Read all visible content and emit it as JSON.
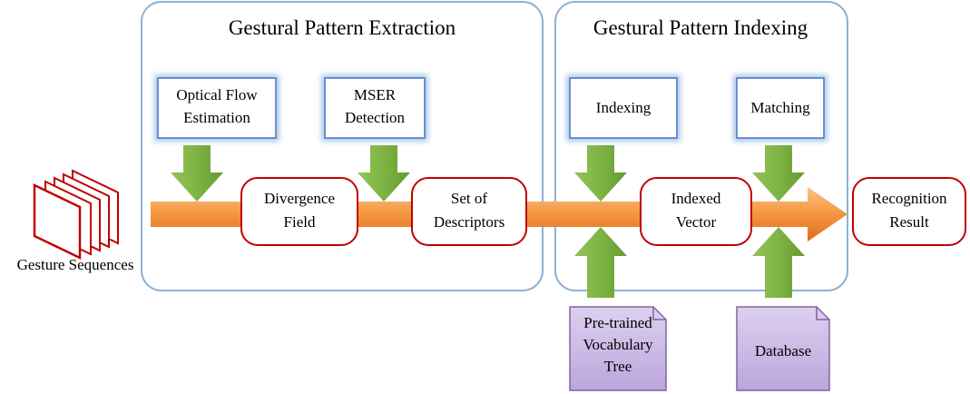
{
  "colors": {
    "panel_border": "#8eb0d3",
    "main_arrow_light": "#f8b26b",
    "main_arrow_dark": "#e8711f",
    "node_border": "#c00000",
    "module_border": "#4472c4",
    "module_glow": "#8db3e2",
    "green_arrow": "#76ac3a",
    "doc_fill": "#cbb9e6",
    "doc_border": "#8064a2"
  },
  "panels": {
    "extraction": {
      "title": "Gestural Pattern Extraction"
    },
    "indexing": {
      "title": "Gestural Pattern Indexing"
    }
  },
  "input": {
    "label": "Gesture Sequences",
    "icon": "image-stack-icon"
  },
  "modules": {
    "optical_flow": {
      "line1": "Optical Flow",
      "line2": "Estimation"
    },
    "mser": {
      "line1": "MSER",
      "line2": "Detection"
    },
    "indexing": {
      "line1": "Indexing"
    },
    "matching": {
      "line1": "Matching"
    }
  },
  "nodes": {
    "divergence": {
      "line1": "Divergence",
      "line2": "Field"
    },
    "descriptors": {
      "line1": "Set of",
      "line2": "Descriptors"
    },
    "indexed": {
      "line1": "Indexed",
      "line2": "Vector"
    },
    "result": {
      "line1": "Recognition",
      "line2": "Result"
    }
  },
  "documents": {
    "vocab_tree": {
      "line1": "Pre-trained",
      "line2": "Vocabulary",
      "line3": "Tree"
    },
    "database": {
      "line1": "Database"
    }
  }
}
